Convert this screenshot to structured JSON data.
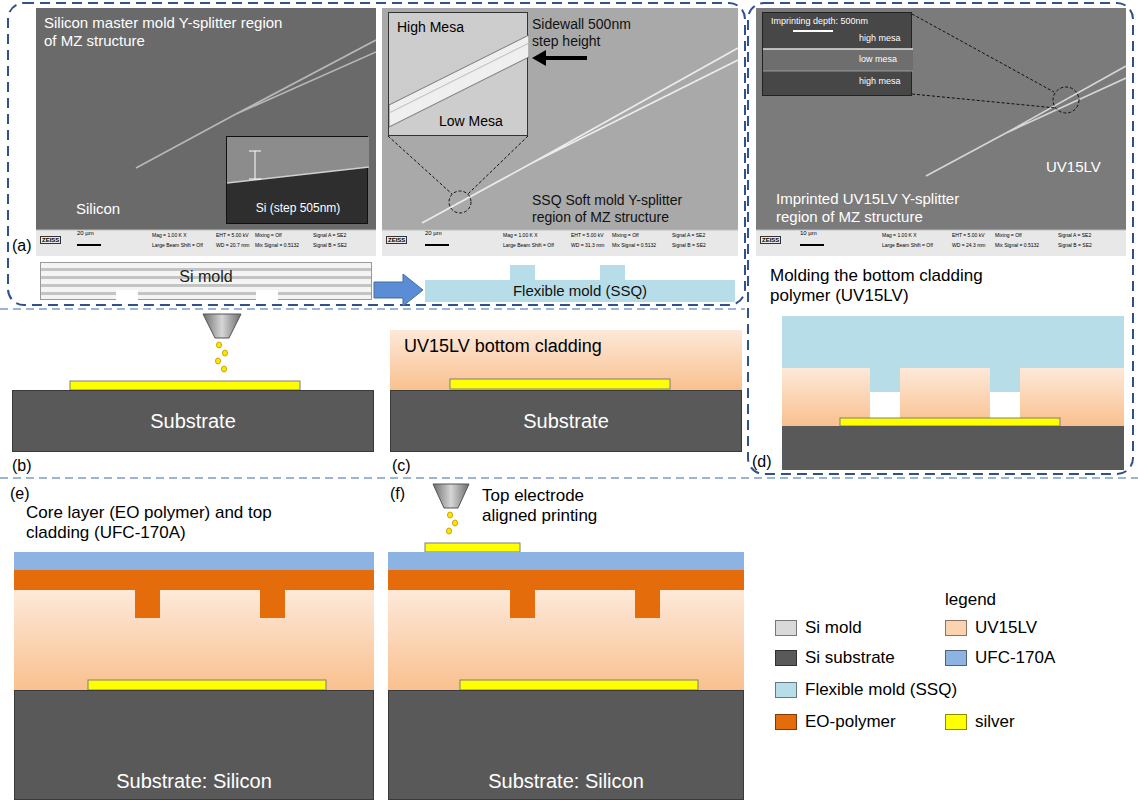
{
  "diagram": {
    "nodes": [
      {
        "text": [
          "Silicon master mold Y-splitter region of MZ structure",
          "Silicon"
        ]
      },
      {
        "text": [
          "Si (step 505nm)"
        ],
        "in": 0
      },
      {
        "text": [
          "Sidewall 500nm step height",
          "SSQ Soft mold Y-splitter region of MZ structure"
        ]
      },
      {
        "text": [
          "High Mesa",
          "Low Mesa"
        ],
        "in": 2
      },
      {
        "text": [
          "UV15LV",
          "Imprinted UV15LV Y-splitter region of MZ structure"
        ]
      },
      {
        "text": [
          "Imprinting depth: 500nm",
          "high mesa",
          "low mesa",
          "high mesa"
        ],
        "in": 4
      },
      {
        "text": [
          "Si mold"
        ]
      },
      {
        "text": [
          "Flexible mold (SSQ)"
        ]
      },
      {
        "text": [
          "Substrate"
        ]
      },
      {
        "text": [
          "UV15LV bottom cladding"
        ]
      },
      {
        "text": [
          "Substrate"
        ]
      },
      {
        "text": [
          "Substrate: Silicon"
        ]
      },
      {
        "text": [
          "Substrate: Silicon"
        ]
      }
    ],
    "edges": [
      {
        "from": 6,
        "to": 7,
        "arrow": "to"
      }
    ],
    "labels": [
      "(a)",
      "ZEISS",
      "20 µm",
      "Mag = 1.00 K X",
      "Large Beam Shift = Off",
      "EHT = 5.00 kV",
      "WD = 20.7 mm",
      "Mixing = Off",
      "Mix Signal = 0.5132",
      "Signal A = SE2",
      "Signal B = SE2",
      "ZEISS",
      "20 µm",
      "Mag = 1.00 K X",
      "Large Beam Shift = Off",
      "EHT = 5.00 kV",
      "WD = 31.3 mm",
      "Mixing = Off",
      "Mix Signal = 0.5132",
      "Signal A = SE2",
      "Signal B = SE2",
      "ZEISS",
      "10 µm",
      "Mag = 1.00 K X",
      "Large Beam Shift = Off",
      "EHT = 5.00 kV",
      "WD = 24.3 mm",
      "Mixing = Off",
      "Mix Signal = 0.5132",
      "Signal A = SE2",
      "Signal B = SE2",
      "(b)",
      "(c)",
      "(d)",
      "Molding the bottom cladding polymer (UV15LV)",
      "(e)",
      "Core layer (EO polymer) and top cladding (UFC-170A)",
      "(f)",
      "Top electrode aligned printing",
      "legend"
    ],
    "legend": [
      {
        "text": "Si mold",
        "color": "#d9d9d9"
      },
      {
        "text": "UV15LV",
        "color": "#fbd3b0"
      },
      {
        "text": "Si substrate",
        "color": "#595959"
      },
      {
        "text": "UFC-170A",
        "color": "#8db3e2"
      },
      {
        "text": "Flexible mold (SSQ)",
        "color": "#b7dee8"
      },
      {
        "text": "EO-polymer",
        "color": "#e46c0a"
      },
      {
        "text": "silver",
        "color": "#ffff00"
      }
    ]
  }
}
